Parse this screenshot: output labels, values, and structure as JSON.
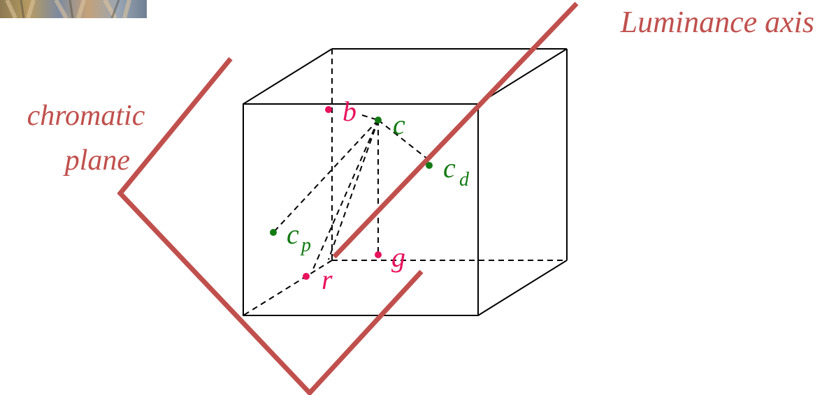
{
  "labels": {
    "luminance_axis": "Luminance axis",
    "chromatic_line1": "chromatic",
    "chromatic_line2": "plane",
    "b": "b",
    "c": "c",
    "cd_main": "c",
    "cd_sub": "d",
    "cp_main": "c",
    "cp_sub": "p",
    "g": "g",
    "r": "r"
  },
  "colors": {
    "annotation": "#c0504d",
    "magenta_points": "#e8125c",
    "green_points": "#137a13",
    "cube_lines": "#000000"
  },
  "thumbnail": {
    "icon": "painting-thumbnail"
  }
}
